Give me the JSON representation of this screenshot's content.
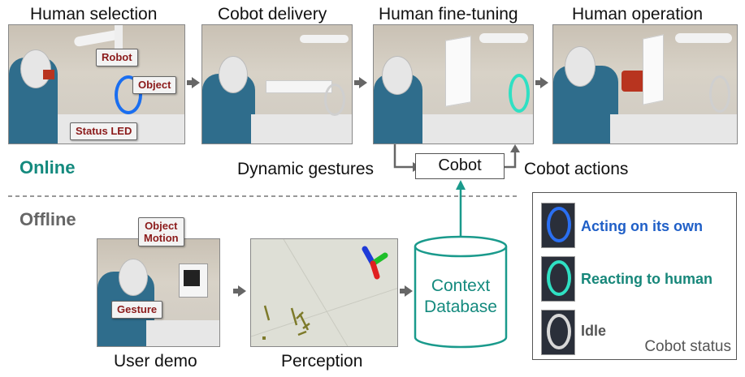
{
  "online": {
    "label": "Online",
    "steps": [
      {
        "caption": "Human selection"
      },
      {
        "caption": "Cobot delivery"
      },
      {
        "caption": "Human fine-tuning"
      },
      {
        "caption": "Human operation"
      }
    ],
    "callouts": {
      "robot": "Robot",
      "object": "Object",
      "status_led": "Status LED"
    },
    "cobot_box": "Cobot",
    "dynamic_gestures": "Dynamic gestures",
    "cobot_actions": "Cobot actions"
  },
  "offline": {
    "label": "Offline",
    "user_demo": "User demo",
    "perception": "Perception",
    "callouts": {
      "object_motion_line1": "Object",
      "object_motion_line2": "Motion",
      "gesture": "Gesture"
    },
    "database_line1": "Context",
    "database_line2": "Database"
  },
  "status": {
    "title": "Cobot status",
    "items": [
      {
        "label": "Acting on its own",
        "color": "#1f5fc7"
      },
      {
        "label": "Reacting to human",
        "color": "#17877a"
      },
      {
        "label": "Idle",
        "color": "#555555"
      }
    ]
  },
  "colors": {
    "online": "#148a7e",
    "offline": "#666666",
    "teal": "#1a9a8c"
  }
}
